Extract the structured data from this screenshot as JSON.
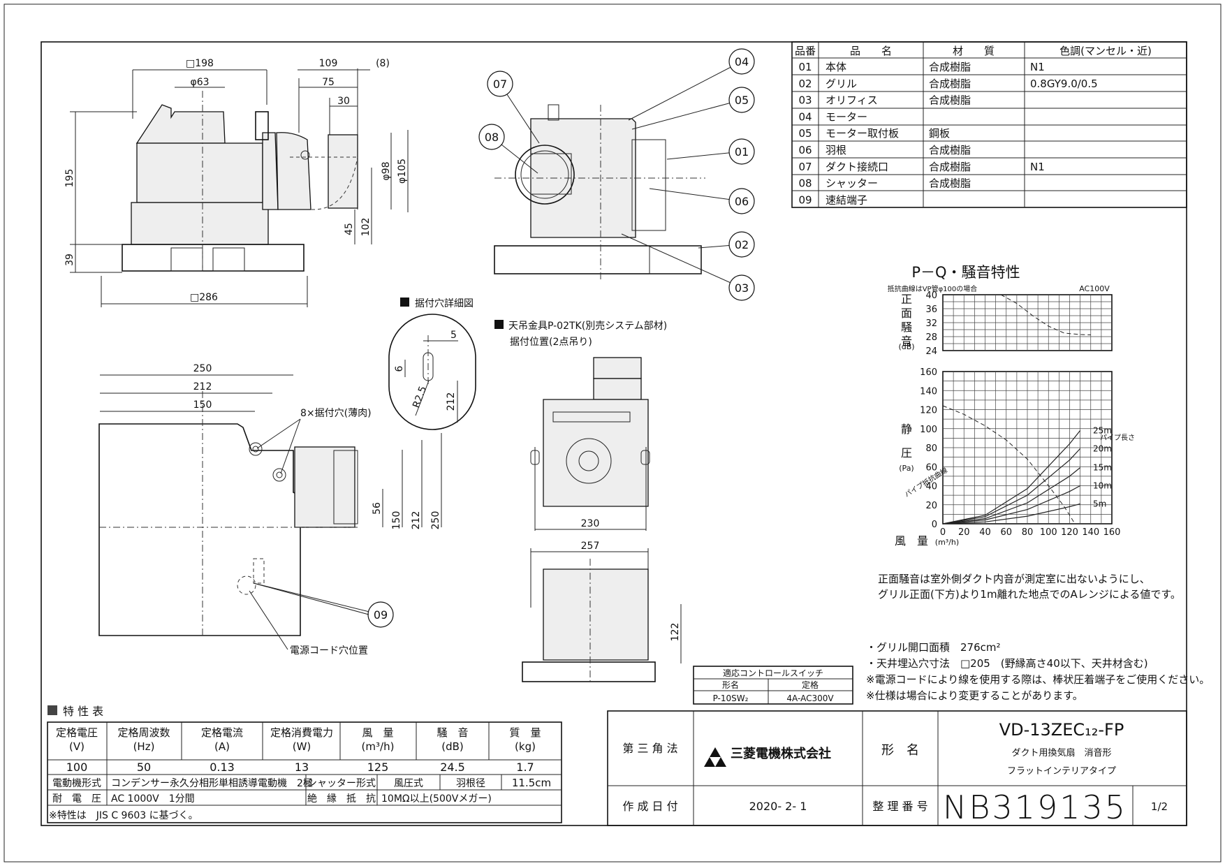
{
  "parts_table": {
    "headers": [
      "品番",
      "品　　名",
      "材　　質",
      "色調(マンセル・近)"
    ],
    "rows": [
      [
        "01",
        "本体",
        "合成樹脂",
        "N1"
      ],
      [
        "02",
        "グリル",
        "合成樹脂",
        "0.8GY9.0/0.5"
      ],
      [
        "03",
        "オリフィス",
        "合成樹脂",
        ""
      ],
      [
        "04",
        "モーター",
        "",
        ""
      ],
      [
        "05",
        "モーター取付板",
        "鋼板",
        ""
      ],
      [
        "06",
        "羽根",
        "合成樹脂",
        ""
      ],
      [
        "07",
        "ダクト接続口",
        "合成樹脂",
        "N1"
      ],
      [
        "08",
        "シャッター",
        "合成樹脂",
        ""
      ],
      [
        "09",
        "速結端子",
        "",
        ""
      ]
    ]
  },
  "dims": {
    "front": [
      "□198",
      "109",
      "(8)",
      "φ63",
      "75",
      "30",
      "195",
      "φ98",
      "φ105",
      "45",
      "102",
      "39",
      "□286"
    ],
    "plan": [
      "250",
      "212",
      "150",
      "8×据付穴(薄肉)",
      "56",
      "150",
      "212",
      "250"
    ],
    "hole_detail": [
      "5",
      "6",
      "R2.5",
      "212"
    ],
    "hanger": [
      "230",
      "257",
      "122"
    ]
  },
  "callouts": [
    "07",
    "08",
    "04",
    "05",
    "01",
    "06",
    "02",
    "03",
    "09"
  ],
  "labels": {
    "hole_detail_title": "据付穴詳細図",
    "hanger_title_1": "天吊金具P-02TK(別売システム部材)",
    "hanger_title_2": "据付位置(2点吊り)",
    "power_cord": "電源コード穴位置"
  },
  "pq_chart": {
    "title": "P－Q・騒音特性",
    "note": "抵抗曲線はVP管φ100の場合",
    "voltage": "AC100V",
    "noise_ylabel": [
      "正",
      "面",
      "騒",
      "音"
    ],
    "noise_unit": "(dB)",
    "noise_ticks": [
      "40",
      "36",
      "32",
      "28",
      "24"
    ],
    "pressure_ylabel": [
      "静",
      "圧"
    ],
    "pressure_unit": "(Pa)",
    "pressure_ticks": [
      "160",
      "140",
      "120",
      "100",
      "80",
      "60",
      "40",
      "20",
      "0"
    ],
    "x_ticks": [
      "0",
      "20",
      "40",
      "60",
      "80",
      "100",
      "120",
      "140",
      "160"
    ],
    "xlabel": "風　量",
    "xunit": "(m³/h)",
    "pipe_title": "パイプ長さ",
    "pipe_labels": [
      "25m",
      "20m",
      "15m",
      "10m",
      "5m"
    ],
    "resist_label": "パイプ抵抗曲線"
  },
  "chart_data": {
    "type": "line",
    "title": "P－Q・騒音特性",
    "xlabel": "風量",
    "ylabel": "静圧",
    "xlim": [
      0,
      160
    ],
    "ylim": [
      0,
      160
    ],
    "noise_ylim": [
      24,
      40
    ],
    "series": [
      {
        "name": "",
        "points": [
          [
            0,
            124
          ],
          [
            20,
            115
          ],
          [
            40,
            103
          ],
          [
            60,
            88
          ],
          [
            80,
            68
          ],
          [
            100,
            40
          ],
          [
            115,
            18
          ],
          [
            125,
            0
          ]
        ]
      },
      {
        "name": "25m",
        "points": [
          [
            0,
            0
          ],
          [
            40,
            9
          ],
          [
            80,
            37
          ],
          [
            120,
            84
          ],
          [
            130,
            98
          ]
        ]
      },
      {
        "name": "20m",
        "points": [
          [
            0,
            0
          ],
          [
            40,
            7.5
          ],
          [
            80,
            30
          ],
          [
            120,
            67
          ],
          [
            130,
            79
          ]
        ]
      },
      {
        "name": "15m",
        "points": [
          [
            0,
            0
          ],
          [
            40,
            5.5
          ],
          [
            80,
            22
          ],
          [
            120,
            50
          ],
          [
            130,
            59
          ]
        ]
      },
      {
        "name": "10m",
        "points": [
          [
            0,
            0
          ],
          [
            40,
            4
          ],
          [
            80,
            15
          ],
          [
            120,
            34
          ],
          [
            130,
            40
          ]
        ]
      },
      {
        "name": "5m",
        "points": [
          [
            0,
            0
          ],
          [
            40,
            2
          ],
          [
            80,
            8
          ],
          [
            120,
            18
          ],
          [
            130,
            21
          ]
        ]
      }
    ],
    "noise_series": [
      {
        "name": "",
        "points": [
          [
            55,
            40
          ],
          [
            70,
            37.5
          ],
          [
            85,
            34
          ],
          [
            100,
            31
          ],
          [
            115,
            29
          ],
          [
            130,
            28.6
          ],
          [
            140,
            28.5
          ]
        ]
      }
    ]
  },
  "notes": {
    "noise_note_1": "正面騒音は室外側ダクト内音が測定室に出ないようにし、",
    "noise_note_2": "グリル正面(下方)より1m離れた地点でのAレンジによる値です。",
    "spec_1": "・グリル開口面積　276cm²",
    "spec_2": "・天井埋込穴寸法　□205　(野縁高さ40以下、天井材含む)",
    "spec_3": "※電源コードにより線を使用する際は、棒状圧着端子をご使用ください。",
    "spec_4": "※仕様は場合により変更することがあります。"
  },
  "switch_table": {
    "title": "適応コントロールスイッチ",
    "headers": [
      "形名",
      "定格"
    ],
    "row": [
      "P-10SW₂",
      "4A-AC300V"
    ]
  },
  "spec_table": {
    "title": "特 性 表",
    "headers": [
      "定格電圧",
      "定格周波数",
      "定格電流",
      "定格消費電力",
      "風　量",
      "騒　音",
      "質　量"
    ],
    "units": [
      "(V)",
      "(Hz)",
      "(A)",
      "(W)",
      "(m³/h)",
      "(dB)",
      "(kg)"
    ],
    "values": [
      "100",
      "50",
      "0.13",
      "13",
      "125",
      "24.5",
      "1.7"
    ],
    "motor_label": "電動機形式",
    "motor_value": "コンデンサー永久分相形単相誘導電動機　2極",
    "shutter_label": "シャッター形式",
    "shutter_value": "風圧式",
    "blade_label": "羽根径",
    "blade_value": "11.5cm",
    "withstand_label": "耐　電　圧",
    "withstand_value": "AC 1000V　1分間",
    "insulation_label": "絶　縁　抵　抗",
    "insulation_value": "10MΩ以上(500Vメガー)",
    "footnote": "※特性は　JIS C 9603 に基づく。"
  },
  "title_block": {
    "projection": "第 三 角 法",
    "company": "三菱電機株式会社",
    "model_label": "形　名",
    "model": "VD-13ZEC₁₂-FP",
    "desc_1": "ダクト用換気扇　消音形",
    "desc_2": "フラットインテリアタイプ",
    "date_label": "作 成 日 付",
    "date": "2020- 2- 1",
    "number_label": "整 理 番 号",
    "number": "NB319135",
    "page": "1/2"
  }
}
